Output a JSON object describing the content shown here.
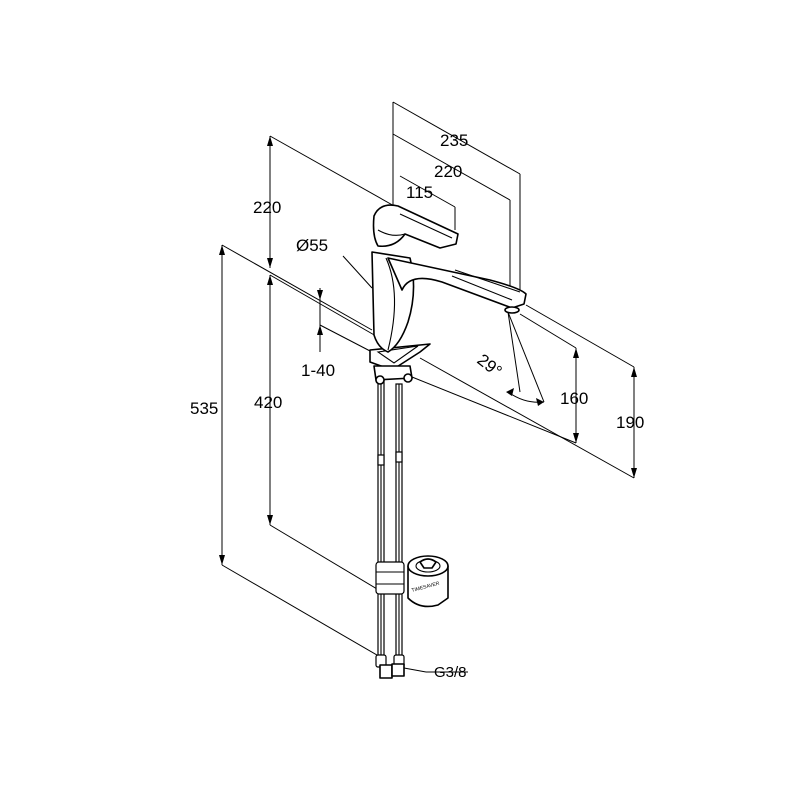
{
  "drawing": {
    "dimensions": {
      "overall_depth": "235",
      "spout_reach": "220",
      "lever_reach": "115",
      "lever_height": "220",
      "body_diameter": "Ø55",
      "deck_thickness": "1-40",
      "total_height": "535",
      "supply_length": "420",
      "swivel_angle": "29°",
      "spout_height": "160",
      "outlet_height": "190",
      "connection_thread": "G3/8"
    },
    "cartridge_label": "TIMESAVER"
  }
}
